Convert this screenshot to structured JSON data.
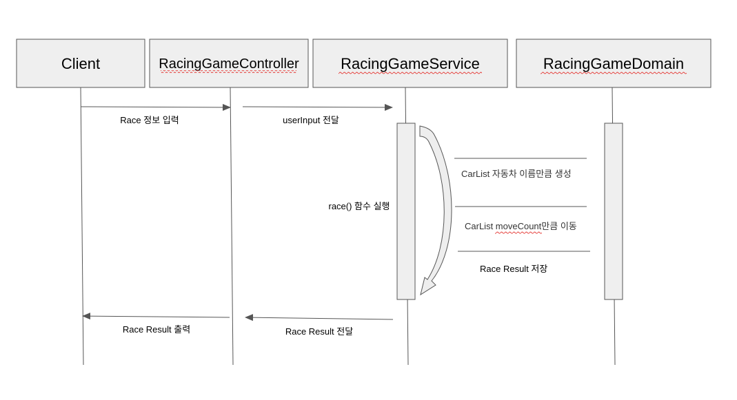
{
  "actors": [
    {
      "label": "Client"
    },
    {
      "label": "RacingGameController"
    },
    {
      "label": "RacingGameService"
    },
    {
      "label": "RacingGameDomain"
    }
  ],
  "messages": {
    "race_input": "Race 정보 입력",
    "user_input_forward": "userInput 전달",
    "race_call": "race() 함수 실행",
    "result_forward": "Race Result  전달",
    "result_output": "Race Result 출력"
  },
  "domain_notes": {
    "create_cars_prefix": "CarList 자동차 이름만큼 생성",
    "move_prefix": "CarList ",
    "move_underlined": "moveCount",
    "move_suffix": "만큼 이동",
    "save_result": "Race Result 저장"
  },
  "colors": {
    "box_fill": "#efefef",
    "box_stroke": "#555555",
    "line": "#555555",
    "spellcheck_underline": "#e53935"
  }
}
